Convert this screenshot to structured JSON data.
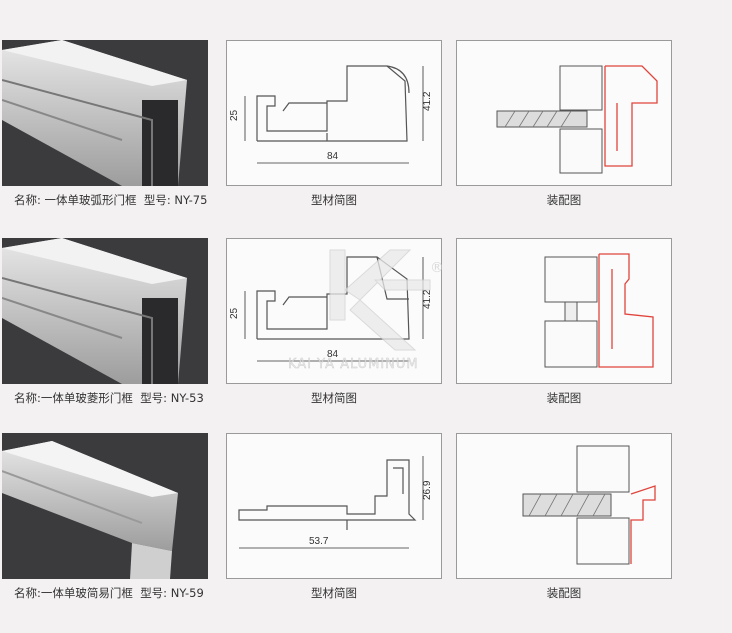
{
  "products": [
    {
      "name": "名称: 一体单玻弧形门框",
      "model": "型号: NY-75",
      "profile_caption": "型材简图",
      "assembly_caption": "装配图",
      "dims": [
        "25",
        "41.2",
        "84"
      ]
    },
    {
      "name": "名称:一体单玻菱形门框",
      "model": "型号: NY-53",
      "profile_caption": "型材简图",
      "assembly_caption": "装配图",
      "dims": [
        "25",
        "41.2",
        "84"
      ]
    },
    {
      "name": "名称:一体单玻简易门框",
      "model": "型号: NY-59",
      "profile_caption": "型材简图",
      "assembly_caption": "装配图",
      "dims": [
        "26.9",
        "53.7"
      ]
    }
  ],
  "watermark": {
    "text": "KAI YA ALUMINUM",
    "registered": "®"
  },
  "colors": {
    "profile_line": "#555555",
    "assembly_highlight": "#e0443c",
    "photo_bg": "#3b3b3e"
  }
}
